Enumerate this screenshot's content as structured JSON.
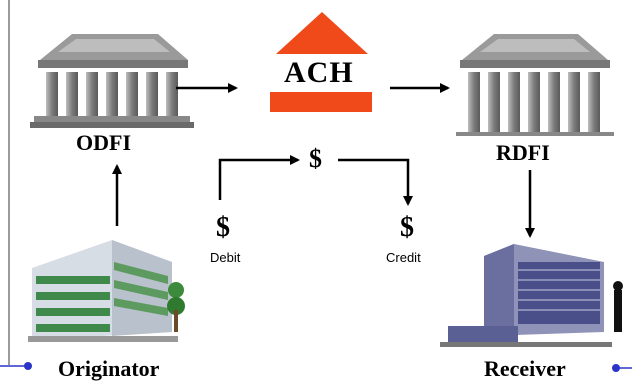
{
  "nodes": {
    "odfi": "ODFI",
    "ach": "ACH",
    "rdfi": "RDFI",
    "originator": "Originator",
    "receiver": "Receiver"
  },
  "money": {
    "transfer_symbol": "$",
    "debit_symbol": "$",
    "debit_label": "Debit",
    "credit_symbol": "$",
    "credit_label": "Credit"
  },
  "colors": {
    "ach_accent": "#f04a1a",
    "bank_gray": "#8d8d8d",
    "connector_blue": "#2a34c8",
    "building_blue": "#4a4f8a",
    "building_green": "#3f8a4a"
  }
}
